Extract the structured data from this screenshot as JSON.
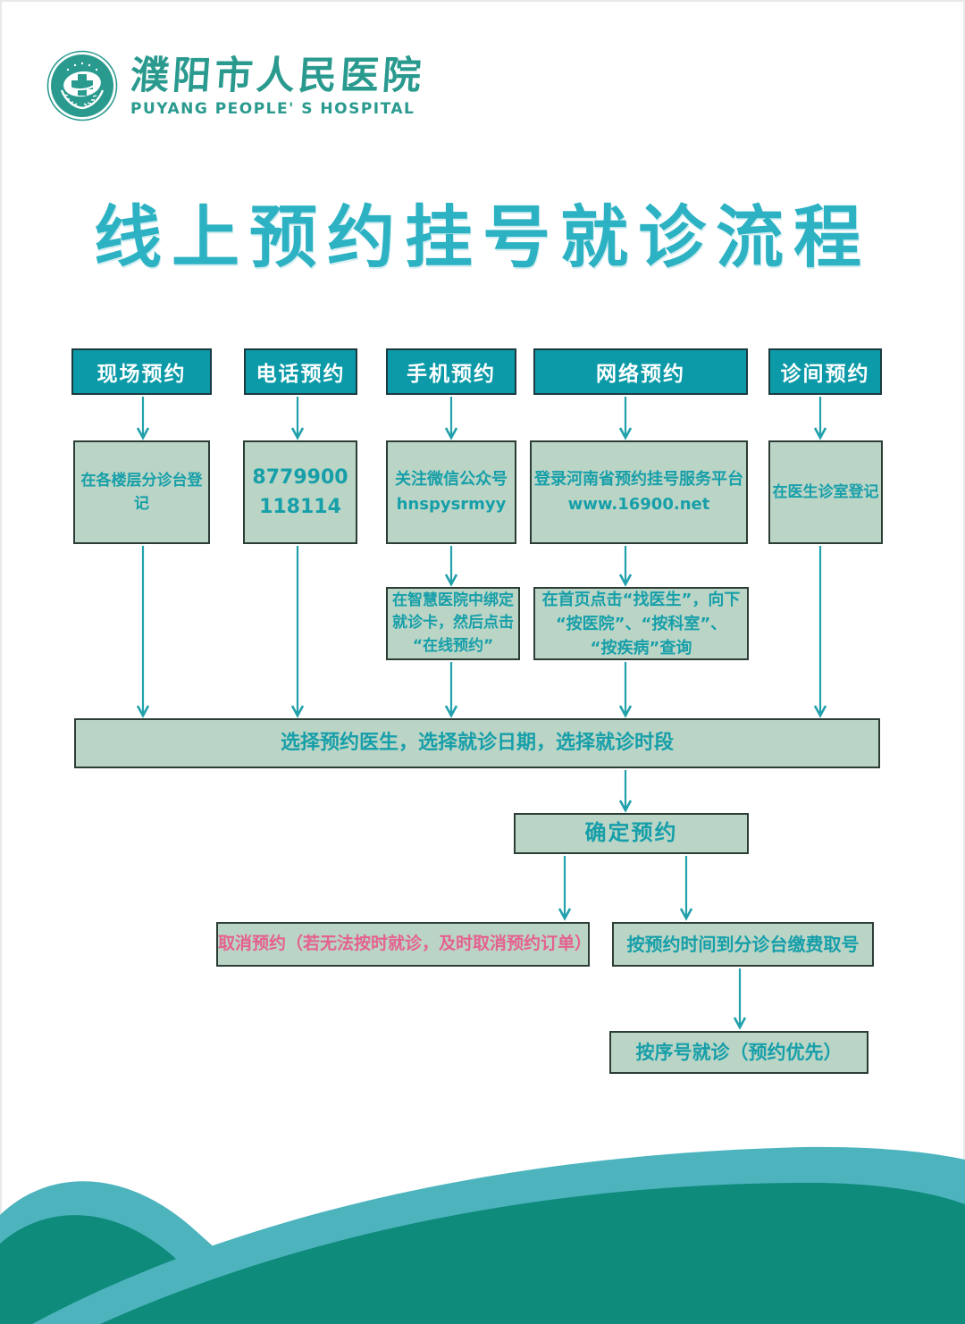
{
  "logo": {
    "name_cn": "濮阳市人民医院",
    "name_en": "PUYANG PEOPLE' S HOSPITAL"
  },
  "title": "线上预约挂号就诊流程",
  "flowchart": {
    "columns": [
      {
        "id": "onsite",
        "header": "现场预约",
        "step1": "在各楼层分诊台登记"
      },
      {
        "id": "phone",
        "header": "电话预约",
        "step1": "8779900\n118114"
      },
      {
        "id": "mobile",
        "header": "手机预约",
        "step1": "关注微信公众号\nhnspysrmyy",
        "step2": "在智慧医院中绑定\n就诊卡，然后点击\n“在线预约”"
      },
      {
        "id": "web",
        "header": "网络预约",
        "step1": "登录河南省预约挂号服务平台\nwww.16900.net",
        "step2": "在首页点击“找医生”，向下\n“按医院”、“按科室”、\n“按疾病”查询"
      },
      {
        "id": "clinic",
        "header": "诊间预约",
        "step1": "在医生诊室登记"
      }
    ],
    "select_bar": "选择预约医生，选择就诊日期，选择就诊时段",
    "confirm_label": "确定预约",
    "cancel_label": "取消预约（若无法按时就诊，及时取消预约订单）",
    "pay_label": "按预约时间到分诊台缴费取号",
    "final_label": "按序号就诊（预约优先）"
  },
  "colors": {
    "header_box": "#0d9aa8",
    "step_box": "#bad5c6",
    "box_border": "#2c3d36",
    "teal_text": "#179fa9",
    "pink_text": "#e5618f",
    "arrow": "#22a0ab",
    "title_text": "#2db2c3",
    "logo_teal": "#2a9a8f",
    "wave_light": "#4db4be",
    "wave_dark": "#0f8b7c"
  }
}
